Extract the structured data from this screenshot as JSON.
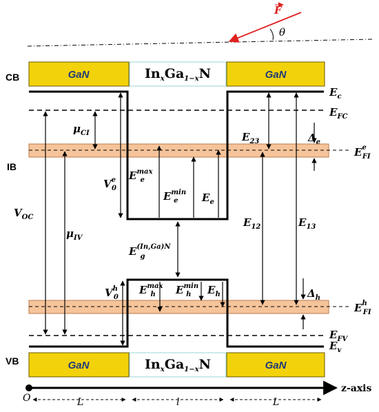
{
  "force": {
    "vector": "F",
    "angle": "θ"
  },
  "regions": {
    "cb": "CB",
    "ib": "IB",
    "vb": "VB"
  },
  "materials": {
    "barrier": "GaN",
    "well_main": "In",
    "well_x": "x",
    "well_mid": "Ga",
    "well_sub": "1−x",
    "well_end": "N"
  },
  "levels": {
    "ec": {
      "main": "E",
      "sub": "c"
    },
    "efc": {
      "main": "E",
      "sub": "FC"
    },
    "efie": {
      "main": "E",
      "sub": "FI",
      "sup": "e"
    },
    "efih": {
      "main": "E",
      "sub": "FI",
      "sup": "h"
    },
    "efv": {
      "main": "E",
      "sub": "FV"
    },
    "ev": {
      "main": "E",
      "sub": "v"
    }
  },
  "quantities": {
    "mu_ci": {
      "main": "μ",
      "sub": "CI"
    },
    "mu_iv": {
      "main": "μ",
      "sub": "IV"
    },
    "voc": {
      "main": "V",
      "sub": "OC"
    },
    "v0e": {
      "main": "V",
      "sub": "0",
      "sup": "e"
    },
    "v0h": {
      "main": "V",
      "sub": "0",
      "sup": "h"
    },
    "eemax": {
      "main": "E",
      "sub": "e",
      "sup": "max"
    },
    "eemin": {
      "main": "E",
      "sub": "e",
      "sup": "min"
    },
    "ee": {
      "main": "E",
      "sub": "e"
    },
    "ehmax": {
      "main": "E",
      "sub": "h",
      "sup": "max"
    },
    "ehmin": {
      "main": "E",
      "sub": "h",
      "sup": "min"
    },
    "eh": {
      "main": "E",
      "sub": "h"
    },
    "eg": {
      "main": "E",
      "sub": "g",
      "sup": "(In,Ga)N"
    },
    "e23": {
      "main": "E",
      "sub": "23"
    },
    "e12": {
      "main": "E",
      "sub": "12"
    },
    "e13": {
      "main": "E",
      "sub": "13"
    },
    "delta_e": {
      "main": "Δ",
      "sub": "e"
    },
    "delta_h": {
      "main": "Δ",
      "sub": "h"
    }
  },
  "axis": {
    "origin": "O",
    "label": "z-axis",
    "len_L1": "L",
    "len_l": "l",
    "len_L2": "L"
  },
  "colors": {
    "gan_fill": "#f2d20a",
    "band_fill": "#f6c49a",
    "band_stroke": "#b97a4a",
    "force": "#e02020",
    "line": "#000000"
  }
}
